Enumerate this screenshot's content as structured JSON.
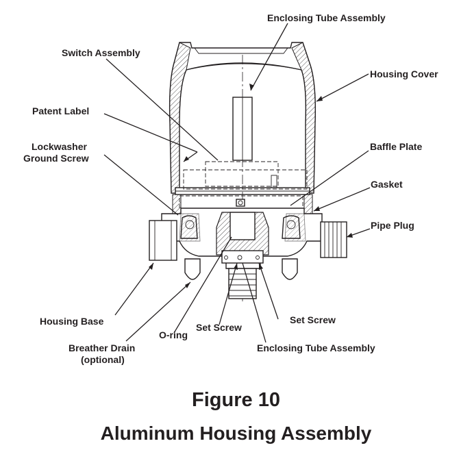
{
  "labels": {
    "enclosing_tube_top": "Enclosing Tube Assembly",
    "switch_assembly": "Switch Assembly",
    "housing_cover": "Housing Cover",
    "patent_label": "Patent Label",
    "lockwasher_line1": "Lockwasher",
    "lockwasher_line2": "Ground Screw",
    "baffle_plate": "Baffle Plate",
    "gasket": "Gasket",
    "pipe_plug": "Pipe Plug",
    "housing_base": "Housing Base",
    "o_ring": "O-ring",
    "set_screw_left": "Set Screw",
    "set_screw_right": "Set Screw",
    "breather_line1": "Breather Drain",
    "breather_line2": "(optional)",
    "enclosing_tube_bottom": "Enclosing Tube Assembly"
  },
  "figure": {
    "number": "Figure 10",
    "title": "Aluminum Housing Assembly"
  }
}
